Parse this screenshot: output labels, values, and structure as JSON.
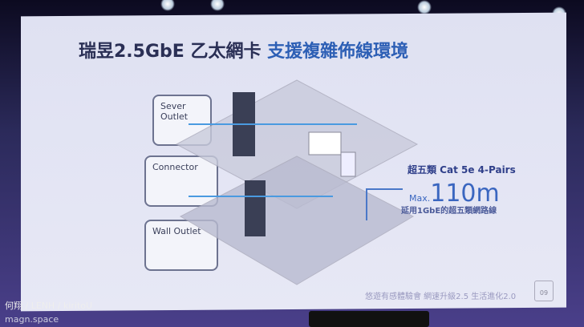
{
  "title": {
    "part1": "瑞昱2.5GbE 乙太網卡",
    "part2": "支援複雜佈線環境"
  },
  "callouts": [
    "Sever Outlet",
    "Connector",
    "Wall Outlet"
  ],
  "spec": {
    "cable": "超五類 Cat 5e 4-Pairs",
    "max_prefix": "Max.",
    "max_value": "110m",
    "note": "延用1GbE的超五類網路線"
  },
  "footer": "悠遊有感體驗會 網速升級2.5 生活進化2.0",
  "page": "09",
  "credit": "何翔 / LENH / kiritoU",
  "site": "magn.space"
}
